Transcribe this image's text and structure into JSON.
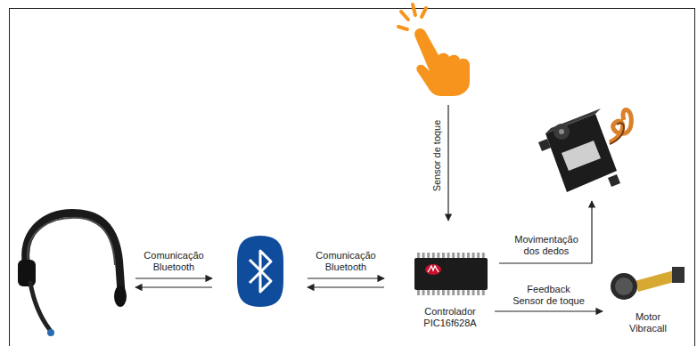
{
  "diagram": {
    "nodes": [
      {
        "text": [
          "Controlador PIC16f628A"
        ]
      },
      {
        "text": [
          "Motor Vibracall"
        ]
      }
    ],
    "edges": [
      {
        "from": 0,
        "to": 1,
        "arrow": "to",
        "label": "Feedback Sensor de toque"
      }
    ],
    "labels": [
      "Comunicação Bluetooth",
      "Comunicação Bluetooth",
      "Sensor de toque",
      "Movimentação dos dedos"
    ]
  }
}
